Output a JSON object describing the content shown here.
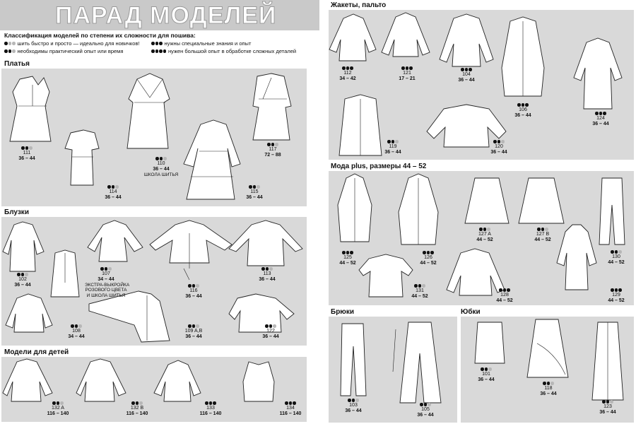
{
  "header": {
    "title": "ПАРАД МОДЕЛЕЙ"
  },
  "legend": {
    "heading": "Классификация моделей по степени их сложности для пошива:",
    "items": [
      {
        "level": 1,
        "text": "шить быстро и просто — идеально для новичков!"
      },
      {
        "level": 2,
        "text": "необходимы практический опыт или время"
      },
      {
        "level": 3,
        "text": "нужны специальные знания и опыт"
      },
      {
        "level": 4,
        "text": "нужен большой опыт в обработке сложных деталей"
      }
    ]
  },
  "sections": {
    "dresses": "Платья",
    "blouses": "Блузки",
    "kids": "Модели для детей",
    "jackets": "Жакеты, пальто",
    "plus": "Мода plus, размеры 44 – 52",
    "trousers": "Брюки",
    "skirts": "Юбки"
  },
  "models": [
    {
      "code": "111",
      "sizes": "36 – 44",
      "level": 2
    },
    {
      "code": "110",
      "sizes": "36 – 44",
      "level": 2,
      "note": "ШКОЛА ШИТЬЯ"
    },
    {
      "code": "114",
      "sizes": "36 – 44",
      "level": 2
    },
    {
      "code": "115",
      "sizes": "36 – 44",
      "level": 2
    },
    {
      "code": "117",
      "sizes": "72 – 88",
      "level": 2
    },
    {
      "code": "102",
      "sizes": "36 – 44",
      "level": 2
    },
    {
      "code": "107",
      "sizes": "34 – 44",
      "level": 2,
      "note": "ЭКСТРА-ВЫКРОЙКА\nРОЗОВОГО ЦВЕТА\nИ ШКОЛА ШИТЬЯ"
    },
    {
      "code": "113",
      "sizes": "36 – 44",
      "level": 2
    },
    {
      "code": "116",
      "sizes": "36 – 44",
      "level": 2
    },
    {
      "code": "108",
      "sizes": "34 – 44",
      "level": 2
    },
    {
      "code": "109 A,B",
      "sizes": "36 – 44",
      "level": 2
    },
    {
      "code": "122",
      "sizes": "36 – 44",
      "level": 2
    },
    {
      "code": "132 A",
      "sizes": "116 – 140",
      "level": 2
    },
    {
      "code": "132 B",
      "sizes": "116 – 140",
      "level": 2
    },
    {
      "code": "133",
      "sizes": "116 – 140",
      "level": 3
    },
    {
      "code": "134",
      "sizes": "116 – 140",
      "level": 3
    },
    {
      "code": "112",
      "sizes": "34 – 42",
      "level": 3
    },
    {
      "code": "121",
      "sizes": "17 – 21",
      "level": 3
    },
    {
      "code": "104",
      "sizes": "36 – 44",
      "level": 3
    },
    {
      "code": "106",
      "sizes": "36 – 44",
      "level": 3
    },
    {
      "code": "124",
      "sizes": "36 – 44",
      "level": 3
    },
    {
      "code": "119",
      "sizes": "36 – 44",
      "level": 2
    },
    {
      "code": "120",
      "sizes": "36 – 44",
      "level": 2
    },
    {
      "code": "125",
      "sizes": "44 – 52",
      "level": 3
    },
    {
      "code": "126",
      "sizes": "44 – 52",
      "level": 3
    },
    {
      "code": "127 A",
      "sizes": "44 – 52",
      "level": 2
    },
    {
      "code": "127 B",
      "sizes": "44 – 52",
      "level": 2
    },
    {
      "code": "130",
      "sizes": "44 – 52",
      "level": 2
    },
    {
      "code": "131",
      "sizes": "44 – 52",
      "level": 2
    },
    {
      "code": "128",
      "sizes": "44 – 52",
      "level": 3
    },
    {
      "code": "129",
      "sizes": "44 – 52",
      "level": 3
    },
    {
      "code": "103",
      "sizes": "36 – 44",
      "level": 2
    },
    {
      "code": "105",
      "sizes": "36 – 44",
      "level": 2
    },
    {
      "code": "101",
      "sizes": "36 – 44",
      "level": 2
    },
    {
      "code": "118",
      "sizes": "36 – 44",
      "level": 2
    },
    {
      "code": "123",
      "sizes": "36 – 44",
      "level": 2
    }
  ]
}
